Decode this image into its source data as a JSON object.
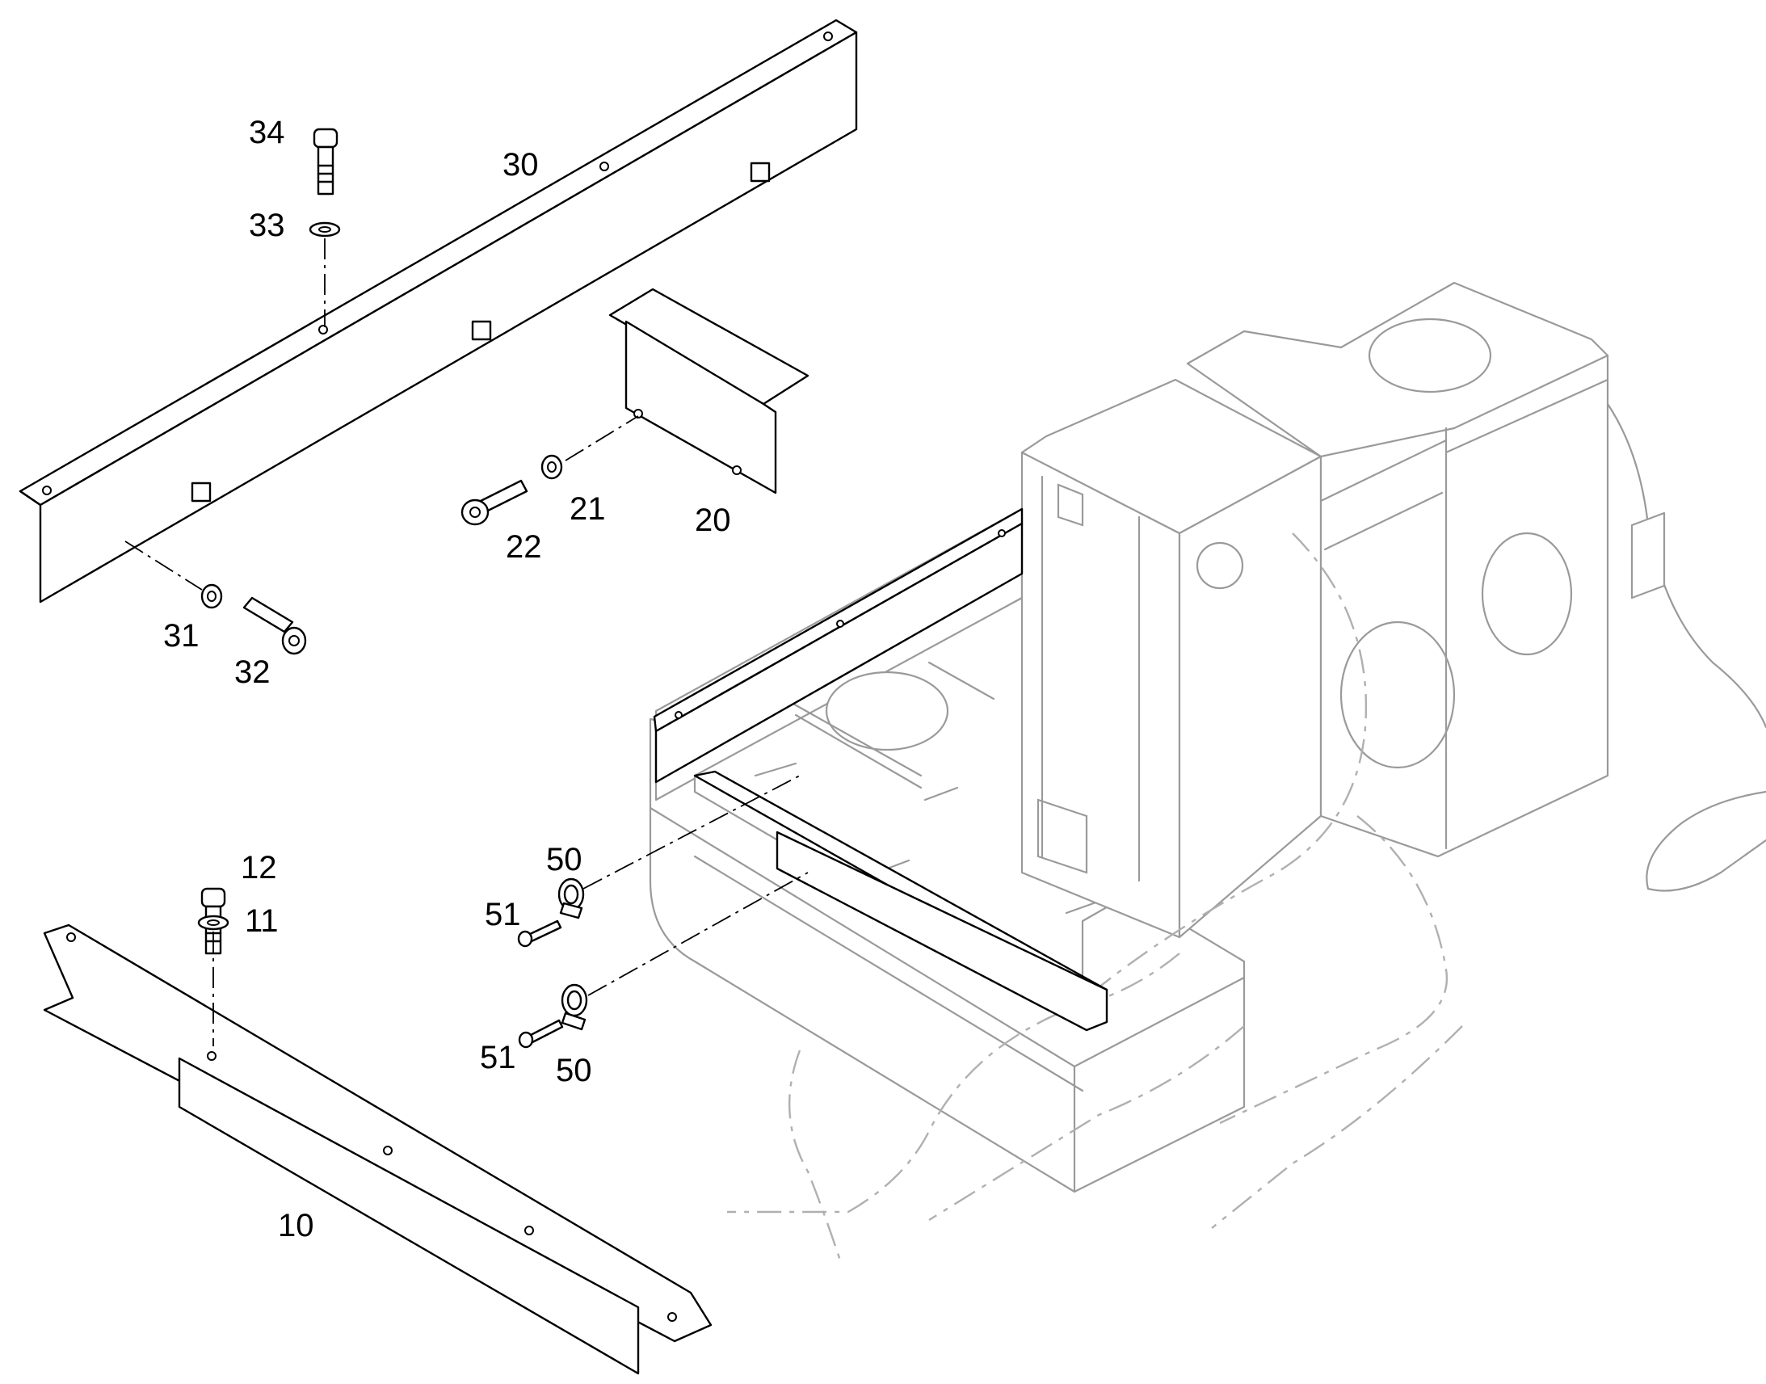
{
  "callouts": [
    {
      "id": "34",
      "label": "34"
    },
    {
      "id": "30",
      "label": "30"
    },
    {
      "id": "33",
      "label": "33"
    },
    {
      "id": "21",
      "label": "21"
    },
    {
      "id": "20",
      "label": "20"
    },
    {
      "id": "22",
      "label": "22"
    },
    {
      "id": "31",
      "label": "31"
    },
    {
      "id": "32",
      "label": "32"
    },
    {
      "id": "12",
      "label": "12"
    },
    {
      "id": "50a",
      "label": "50"
    },
    {
      "id": "11",
      "label": "11"
    },
    {
      "id": "51a",
      "label": "51"
    },
    {
      "id": "51b",
      "label": "51"
    },
    {
      "id": "50b",
      "label": "50"
    },
    {
      "id": "10",
      "label": "10"
    }
  ],
  "colors": {
    "part_stroke": "#000000",
    "context_stroke": "#9a9a9a",
    "background": "#ffffff"
  }
}
